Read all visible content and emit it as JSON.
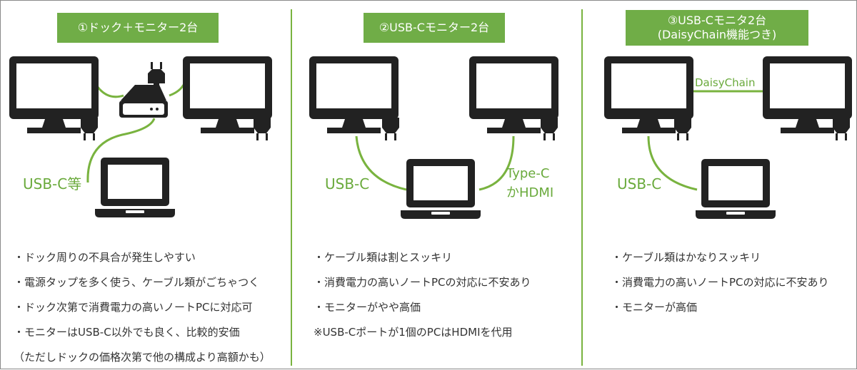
{
  "panels": [
    {
      "title": [
        "①ドック＋モニター2台"
      ],
      "labels": {
        "cable": "USB-C等"
      },
      "notes": [
        "・ドック周りの不具合が発生しやすい",
        "・電源タップを多く使う、ケーブル類がごちゃつく",
        "・ドック次第で消費電力の高いノートPCに対応可",
        "・モニターはUSB-C以外でも良く、比較的安価",
        "（ただしドックの価格次第で他の構成より高額かも）"
      ]
    },
    {
      "title": [
        "②USB-Cモニター2台"
      ],
      "labels": {
        "left_cable": "USB-C",
        "right_cable_1": "Type-C",
        "right_cable_2": "かHDMI"
      },
      "notes": [
        "・ケーブル類は割とスッキリ",
        "・消費電力の高いノートPCの対応に不安あり",
        "・モニターがやや高価",
        "※USB-Cポートが1個のPCはHDMIを代用"
      ]
    },
    {
      "title": [
        "③USB-Cモニタ2台",
        "(DaisyChain機能つき)"
      ],
      "labels": {
        "link": "DaisyChain",
        "cable": "USB-C"
      },
      "notes": [
        "・ケーブル類はかなりスッキリ",
        "・消費電力の高いノートPCの対応に不安あり",
        "・モニターが高価"
      ]
    }
  ],
  "colors": {
    "accent": "#70ad47",
    "cable": "#79b33f",
    "device": "#222222",
    "text": "#333333"
  }
}
